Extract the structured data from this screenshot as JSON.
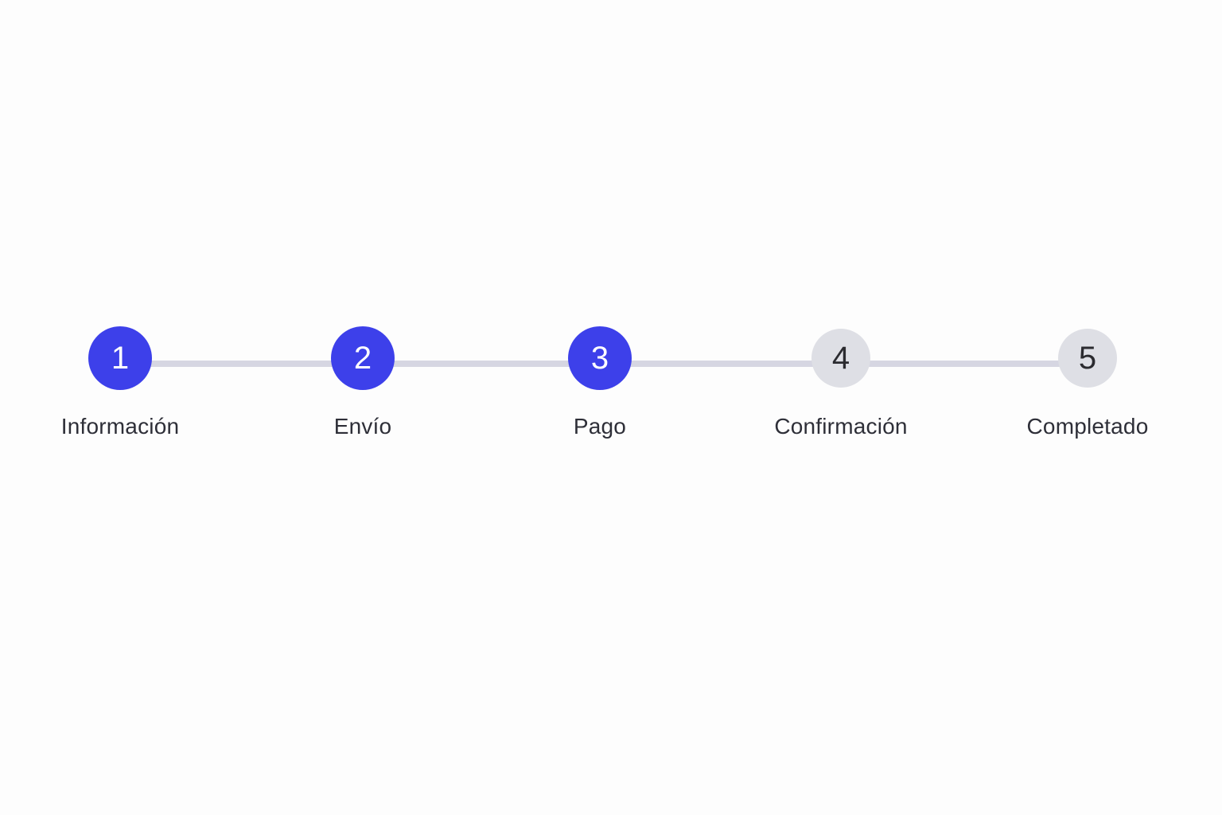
{
  "stepper": {
    "current_step": 3,
    "colors": {
      "active": "#3d40ea",
      "pending": "#dedfe5",
      "connector": "#d6d6e2"
    },
    "steps": [
      {
        "number": "1",
        "label": "Información",
        "state": "active"
      },
      {
        "number": "2",
        "label": "Envío",
        "state": "active"
      },
      {
        "number": "3",
        "label": "Pago",
        "state": "active"
      },
      {
        "number": "4",
        "label": "Confirmación",
        "state": "pending"
      },
      {
        "number": "5",
        "label": "Completado",
        "state": "pending"
      }
    ]
  }
}
